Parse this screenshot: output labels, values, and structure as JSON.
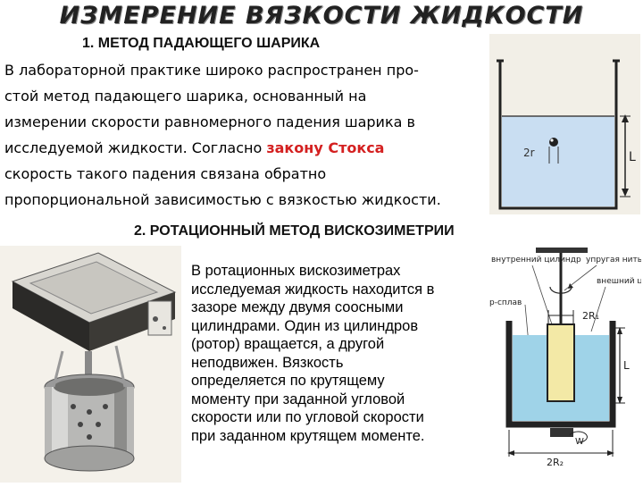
{
  "title": "ИЗМЕРЕНИЕ ВЯЗКОСТИ ЖИДКОСТИ",
  "section1": {
    "heading": "1. МЕТОД ПАДАЮЩЕГО ШАРИКА",
    "lines": [
      "В лабораторной практике широко распространен про-",
      "стой метод падающего шарика, основанный на",
      "измерении скорости равномерного падения шарика в"
    ],
    "line4_before": "исследуемой жидкости. Согласно ",
    "stokes_link": "закону Стокса",
    "lines_after": [
      "скорость такого падения связана обратно",
      "пропорциональной зависимостью с вязкостью жидкости."
    ],
    "figure": {
      "diameter_label": "2r",
      "height_label": "L"
    }
  },
  "section2": {
    "heading": "2. РОТАЦИОННЫЙ МЕТОД ВИСКОЗИМЕТРИИ",
    "lines": [
      "В ротационных вискозиметрах",
      "исследуемая жидкость находится в",
      "зазоре между двумя соосными",
      "цилиндрами. Один из  цилиндров",
      "(ротор) вращается, а другой",
      "неподвижен. Вязкость",
      "определяется по крутящему",
      "моменту при заданной угловой",
      "скорости или по угловой скорости",
      "при заданном крутящем моменте."
    ],
    "figure": {
      "inner_cylinder_label": "внутренний цилиндр",
      "elastic_thread_label": "упругая нить",
      "outer_cylinder_label": "внешний цилиндр",
      "melt_label": "р-сплав",
      "r1_label": "2R₁",
      "l_label": "L",
      "r2_label": "2R₂",
      "w_label": "W"
    }
  },
  "colors": {
    "accent": "#d42020",
    "liquid": "#9fd3e8",
    "glass": "#c9def2"
  }
}
